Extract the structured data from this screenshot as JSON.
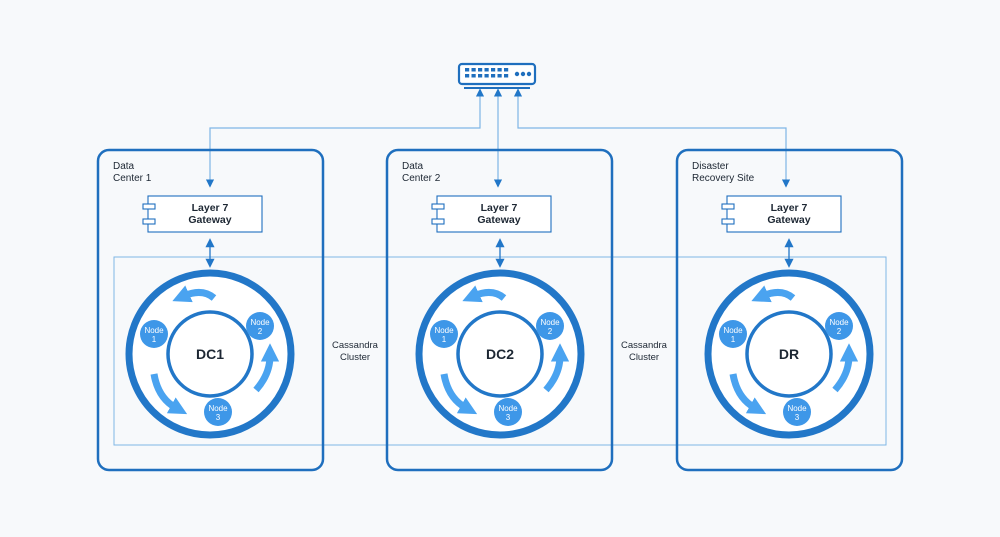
{
  "colors": {
    "primary": "#1f6fbe",
    "ring": "#2277c8",
    "node": "#3e97e8",
    "arrow": "#4aa3f0",
    "line": "#7fb6e6",
    "background": "#f7f9fb",
    "text": "#1d2733"
  },
  "switch": {
    "icon": "network-switch-icon"
  },
  "datacenters": [
    {
      "id": "dc1",
      "title": [
        "Data",
        "Center 1"
      ],
      "gateway": [
        "Layer 7",
        "Gateway"
      ],
      "ring_label": "DC1",
      "nodes": [
        {
          "lines": [
            "Node",
            "1"
          ]
        },
        {
          "lines": [
            "Node",
            "2"
          ]
        },
        {
          "lines": [
            "Node",
            "3"
          ]
        }
      ]
    },
    {
      "id": "dc2",
      "title": [
        "Data",
        "Center 2"
      ],
      "gateway": [
        "Layer 7",
        "Gateway"
      ],
      "ring_label": "DC2",
      "nodes": [
        {
          "lines": [
            "Node",
            "1"
          ]
        },
        {
          "lines": [
            "Node",
            "2"
          ]
        },
        {
          "lines": [
            "Node",
            "3"
          ]
        }
      ]
    },
    {
      "id": "dr",
      "title": [
        "Disaster",
        "Recovery Site"
      ],
      "gateway": [
        "Layer 7",
        "Gateway"
      ],
      "ring_label": "DR",
      "nodes": [
        {
          "lines": [
            "Node",
            "1"
          ]
        },
        {
          "lines": [
            "Node",
            "2"
          ]
        },
        {
          "lines": [
            "Node",
            "3"
          ]
        }
      ]
    }
  ],
  "cluster_labels": [
    {
      "lines": [
        "Cassandra",
        "Cluster"
      ]
    },
    {
      "lines": [
        "Cassandra",
        "Cluster"
      ]
    }
  ]
}
